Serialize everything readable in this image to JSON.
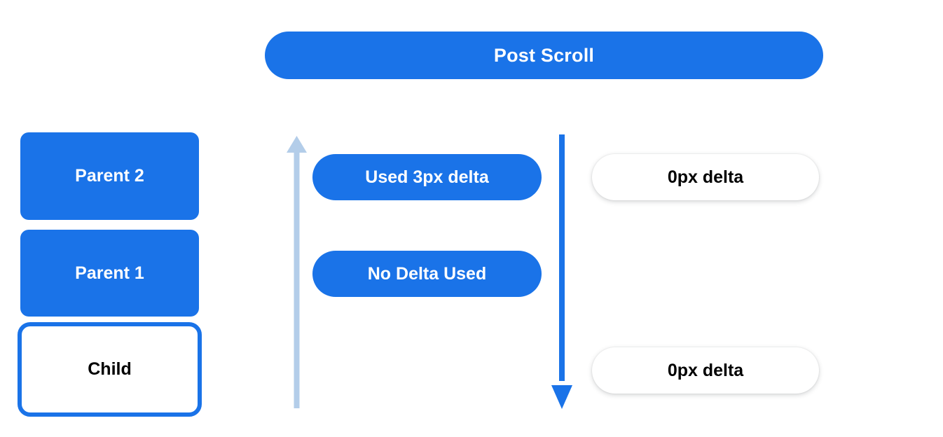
{
  "diagram": {
    "title": "Post Scroll",
    "background_color": "#ffffff",
    "accent_blue": "#1a73e8",
    "light_blue": "#b3cde9",
    "text_on_blue": "#ffffff",
    "text_on_white": "#000000"
  },
  "header": {
    "label": "Post Scroll"
  },
  "stack": {
    "boxes": [
      {
        "label": "Parent 2",
        "style": "filled"
      },
      {
        "label": "Parent 1",
        "style": "filled"
      },
      {
        "label": "Child",
        "style": "outlined"
      }
    ]
  },
  "arrows": [
    {
      "name": "scroll-up-arrow",
      "direction": "up",
      "color": "#b3cde9"
    },
    {
      "name": "scroll-down-arrow",
      "direction": "down",
      "color": "#1a73e8"
    }
  ],
  "middle_column": {
    "pills": [
      {
        "label": "Used 3px delta"
      },
      {
        "label": "No Delta Used"
      }
    ]
  },
  "right_column": {
    "pills": [
      {
        "label": "0px delta"
      },
      {
        "label": "0px delta"
      }
    ]
  }
}
